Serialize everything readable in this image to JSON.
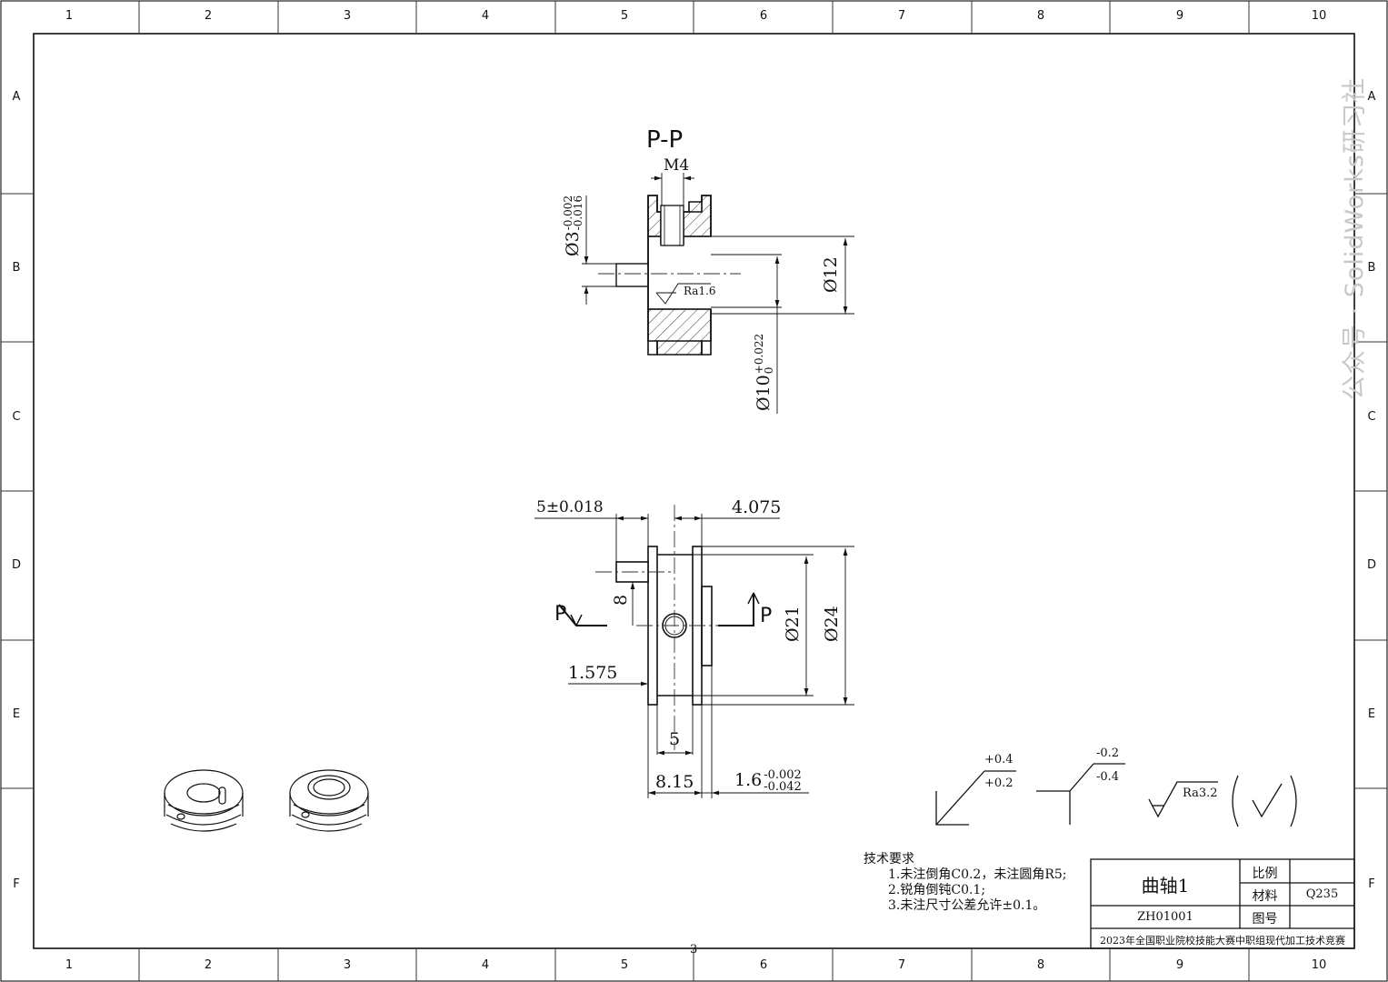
{
  "sheet": {
    "columns": [
      "1",
      "2",
      "3",
      "4",
      "5",
      "6",
      "7",
      "8",
      "9",
      "10"
    ],
    "rows": [
      "A",
      "B",
      "C",
      "D",
      "E",
      "F"
    ],
    "page_number": "3"
  },
  "section_view": {
    "label": "P-P",
    "thread": "M4",
    "dia_3": "Ø3",
    "dia_3_tol_upper": "-0.002",
    "dia_3_tol_lower": "-0.016",
    "roughness": "Ra1.6",
    "dia_12": "Ø12",
    "dia_10": "Ø10",
    "dia_10_tol_upper": "+0.022",
    "dia_10_tol_lower": "0"
  },
  "front_view": {
    "dim_5_tol": "5±0.018",
    "dim_4075": "4.075",
    "dim_8": "8",
    "section_mark": "P",
    "dim_1575": "1.575",
    "dia_21": "Ø21",
    "dia_24": "Ø24",
    "dim_5": "5",
    "dim_815": "8.15",
    "dim_16": "1.6",
    "dim_16_tol_upper": "-0.002",
    "dim_16_tol_lower": "-0.042"
  },
  "symbols": {
    "sym1_upper": "+0.4",
    "sym1_lower": "+0.2",
    "sym2_upper": "-0.2",
    "sym2_lower": "-0.4",
    "roughness_general": "Ra3.2"
  },
  "notes": {
    "title": "技术要求",
    "items": [
      "1.未注倒角C0.2，未注圆角R5;",
      "2.锐角倒钝C0.1;",
      "3.未注尺寸公差允许±0.1。"
    ]
  },
  "title_block": {
    "part_name": "曲轴1",
    "drawing_no": "ZH01001",
    "scale_label": "比例",
    "scale_value": "",
    "material_label": "材料",
    "material_value": "Q235",
    "number_label": "图号",
    "number_value": "",
    "competition": "2023年全国职业院校技能大赛中职组现代加工技术竞赛"
  },
  "watermark": "公众号 · SolidWorks研习社"
}
